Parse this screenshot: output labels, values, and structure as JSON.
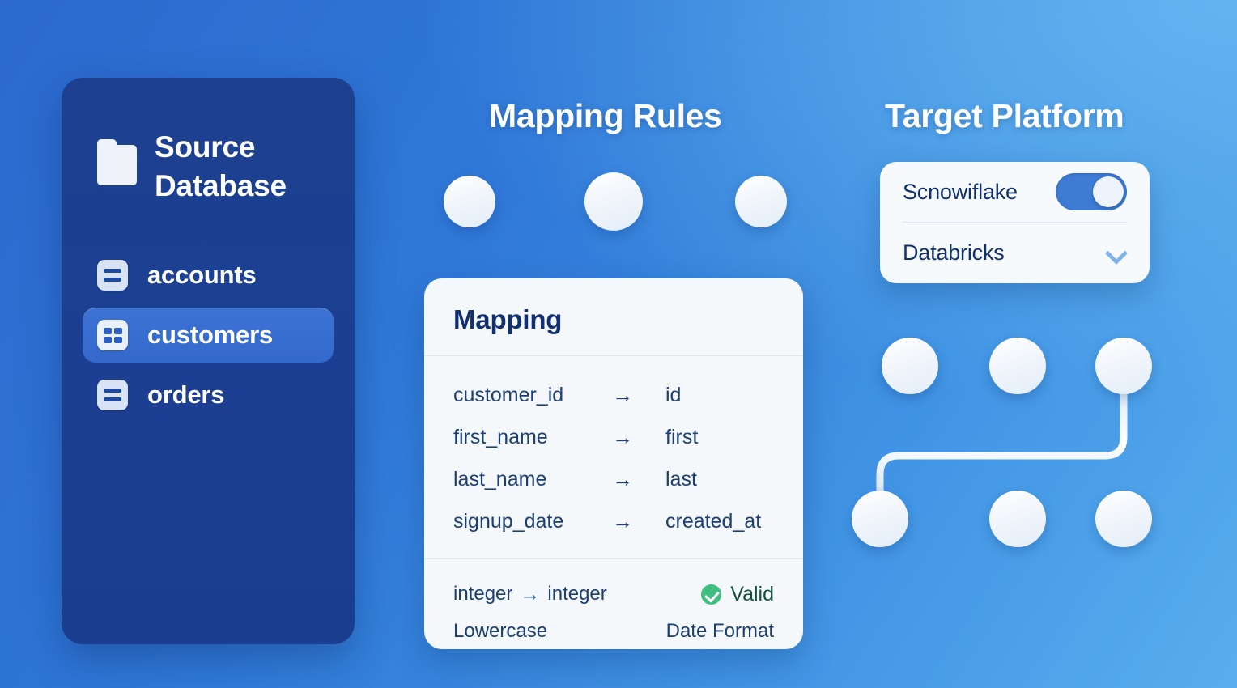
{
  "theme": {
    "bg_gradient_from": "#2B69CE",
    "bg_gradient_to": "#58AEEE",
    "sidebar_bg": "#1C3F93",
    "card_bg": "#F5F8FB",
    "accent": "#3D7BD4",
    "text_dark_blue": "#123070",
    "valid_green": "#3FBE82",
    "valid_text": "#11503A"
  },
  "sidebar": {
    "icon": "folder-icon",
    "title_line1": "Source",
    "title_line2": "Database",
    "items": [
      {
        "label": "accounts",
        "icon": "table-list-icon",
        "active": false
      },
      {
        "label": "customers",
        "icon": "table-grid-icon",
        "active": true
      },
      {
        "label": "orders",
        "icon": "table-list-icon",
        "active": false
      }
    ]
  },
  "headings": {
    "mapping_rules": "Mapping Rules",
    "target_platform": "Target Platform"
  },
  "mapping_card": {
    "title": "Mapping",
    "arrow": "→",
    "rows": [
      {
        "source": "customer_id",
        "target": "id"
      },
      {
        "source": "first_name",
        "target": "first"
      },
      {
        "source": "last_name",
        "target": "last"
      },
      {
        "source": "signup_date",
        "target": "created_at"
      }
    ],
    "footer": {
      "type_from": "integer",
      "type_arrow": "→",
      "type_to": "integer",
      "status_icon": "check-circle-icon",
      "status_label": "Valid",
      "transform_left": "Lowercase",
      "transform_right": "Date Format"
    }
  },
  "target_card": {
    "rows": [
      {
        "label": "Scnowiflake",
        "control": "toggle",
        "state": "on"
      },
      {
        "label": "Databricks",
        "control": "chevron-down",
        "state": "collapsed"
      }
    ]
  },
  "graph": {
    "top_nodes": 3,
    "right_top_nodes": 3,
    "right_bottom_nodes": 3
  }
}
